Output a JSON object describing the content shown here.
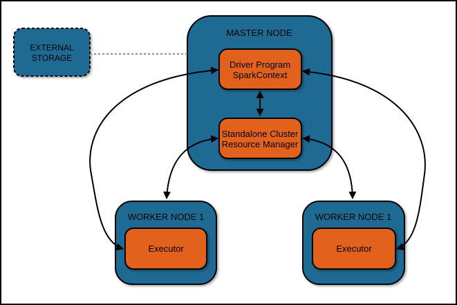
{
  "colors": {
    "node_fill": "#1F6A93",
    "box_fill": "#E2611D",
    "outline": "#000000",
    "dashed_connector": "#8C8C8C",
    "frame": "#000000",
    "background": "#FFFFFF"
  },
  "external_storage": {
    "line1": "EXTERNAL",
    "line2": "STORAGE"
  },
  "master_node": {
    "title": "MASTER NODE",
    "driver_program": {
      "line1": "Driver Program",
      "line2": "SparkContext"
    },
    "resource_manager": {
      "line1": "Standalone Cluster",
      "line2": "Resource Manager"
    }
  },
  "worker_node_left": {
    "title": "WORKER NODE 1",
    "executor_label": "Executor"
  },
  "worker_node_right": {
    "title": "WORKER NODE 1",
    "executor_label": "Executor"
  },
  "connections": [
    {
      "from": "external-storage",
      "to": "master-node",
      "style": "dashed",
      "arrows": "none"
    },
    {
      "from": "driver-program",
      "to": "left-executor",
      "style": "curved",
      "arrows": "both"
    },
    {
      "from": "driver-program",
      "to": "right-executor",
      "style": "curved",
      "arrows": "both"
    },
    {
      "from": "driver-program",
      "to": "resource-manager",
      "style": "straight-vertical",
      "arrows": "both"
    },
    {
      "from": "resource-manager",
      "to": "left-worker-node",
      "style": "curved",
      "arrows": "both"
    },
    {
      "from": "resource-manager",
      "to": "right-worker-node",
      "style": "curved",
      "arrows": "both"
    }
  ]
}
